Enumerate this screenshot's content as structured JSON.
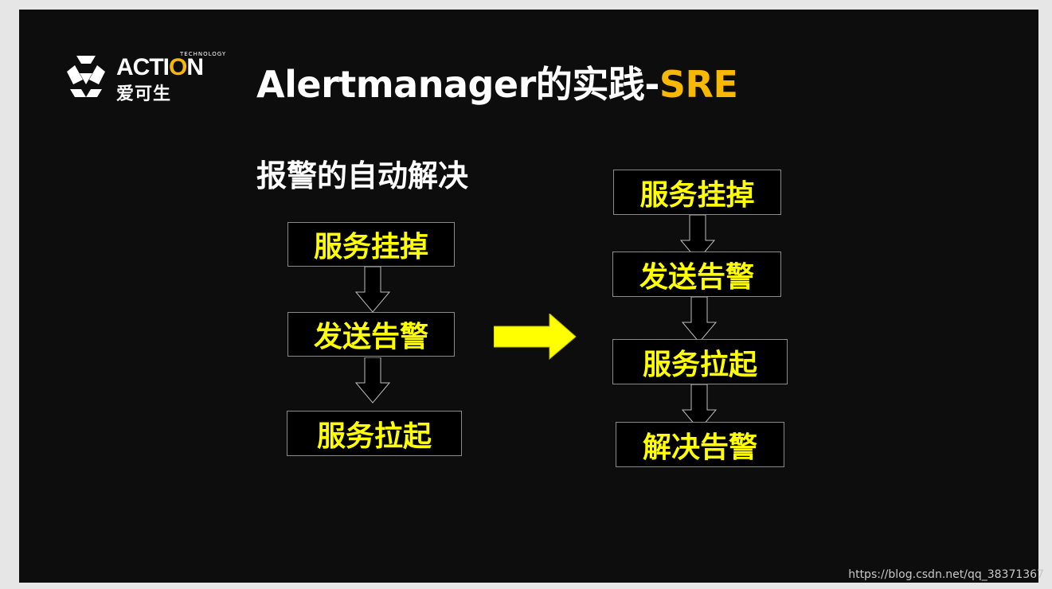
{
  "logo": {
    "technology": "TECHNOLOGY",
    "word_left": "ACTI",
    "word_o": "O",
    "word_right": "N",
    "chinese": "爱可生"
  },
  "title": {
    "main": "Alertmanager的实践-",
    "accent": "SRE"
  },
  "subtitle": "报警的自动解决",
  "left_flow": [
    "服务挂掉",
    "发送告警",
    "服务拉起"
  ],
  "right_flow": [
    "服务挂掉",
    "发送告警",
    "服务拉起",
    "解决告警"
  ],
  "watermark": "https://blog.csdn.net/qq_38371367",
  "colors": {
    "slide_bg": "#0d0d0d",
    "accent": "#f6b800",
    "box_text": "#ffff00",
    "arrow_fill": "#ffff00"
  }
}
